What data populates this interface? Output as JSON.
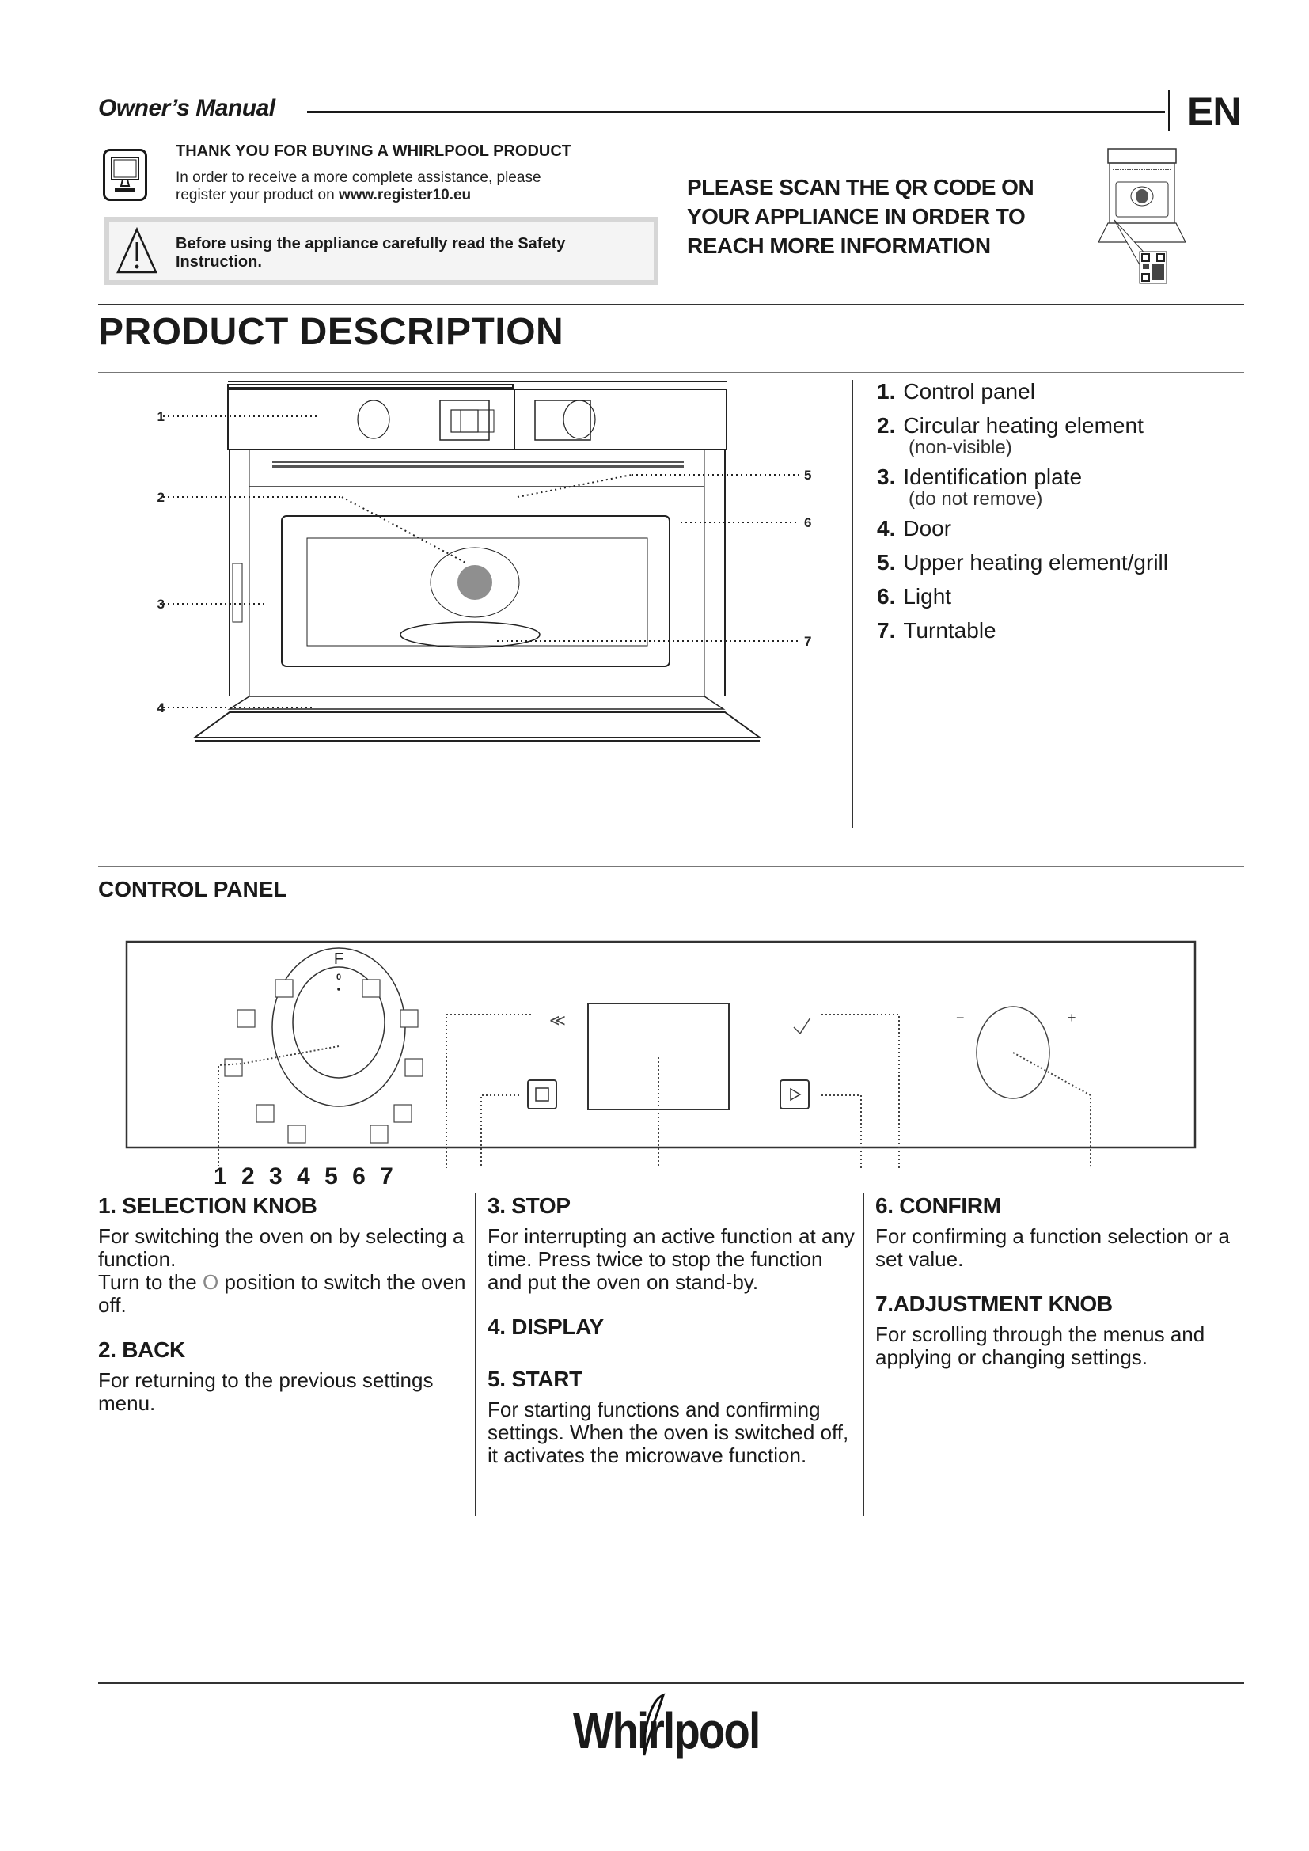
{
  "header": {
    "manual_title": "Owner’s Manual",
    "language": "EN"
  },
  "registration": {
    "heading": "THANK YOU FOR BUYING A WHIRLPOOL PRODUCT",
    "text_line1": "In order to receive a more complete assistance, please",
    "text_line2": "register your product on ",
    "url": "www.register10.eu"
  },
  "safety": {
    "text_line1": "Before using the appliance carefully read the Safety",
    "text_line2": "Instruction."
  },
  "qr_notice": {
    "line1": "PLEASE SCAN THE QR CODE ON",
    "line2": "YOUR APPLIANCE IN ORDER TO",
    "line3": "REACH MORE INFORMATION"
  },
  "product_description": {
    "title": "PRODUCT DESCRIPTION",
    "callouts": [
      "1",
      "2",
      "3",
      "4",
      "5",
      "6",
      "7"
    ],
    "parts": [
      {
        "num": "1.",
        "label": "Control panel",
        "note": ""
      },
      {
        "num": "2.",
        "label": "Circular heating element",
        "note": "(non-visible)"
      },
      {
        "num": "3.",
        "label": "Identification plate",
        "note": "(do not remove)"
      },
      {
        "num": "4.",
        "label": "Door",
        "note": ""
      },
      {
        "num": "5.",
        "label": "Upper heating element/grill",
        "note": ""
      },
      {
        "num": "6.",
        "label": "Light",
        "note": ""
      },
      {
        "num": "7.",
        "label": "Turntable",
        "note": ""
      }
    ]
  },
  "control_panel": {
    "title": "CONTROL PANEL",
    "knob_top_label": "F",
    "knob_zero_label": "0",
    "minus_label": "−",
    "plus_label": "+",
    "callout_digits": "1 2 3 4 5 6 7",
    "sections": [
      {
        "heading": "1. SELECTION KNOB",
        "text": "For switching the oven on by selecting a function.",
        "text2_pre": "Turn to the ",
        "text2_symbol": "O",
        "text2_post": " position to switch the oven off."
      },
      {
        "heading": "2. BACK",
        "text": "For returning to the previous settings menu."
      },
      {
        "heading": "3. STOP",
        "text": "For interrupting an active function at any time. Press twice to stop the function and put the oven on stand-by."
      },
      {
        "heading": "4. DISPLAY",
        "text": ""
      },
      {
        "heading": "5. START",
        "text": "For starting functions and confirming settings. When the oven is switched off, it activates the microwave function."
      },
      {
        "heading": "6. CONFIRM",
        "text": "For confirming a function selection or a set value."
      },
      {
        "heading": "7.ADJUSTMENT KNOB",
        "text": "For scrolling through the menus and applying or changing settings."
      }
    ]
  },
  "footer": {
    "brand": "Whirlpool"
  }
}
